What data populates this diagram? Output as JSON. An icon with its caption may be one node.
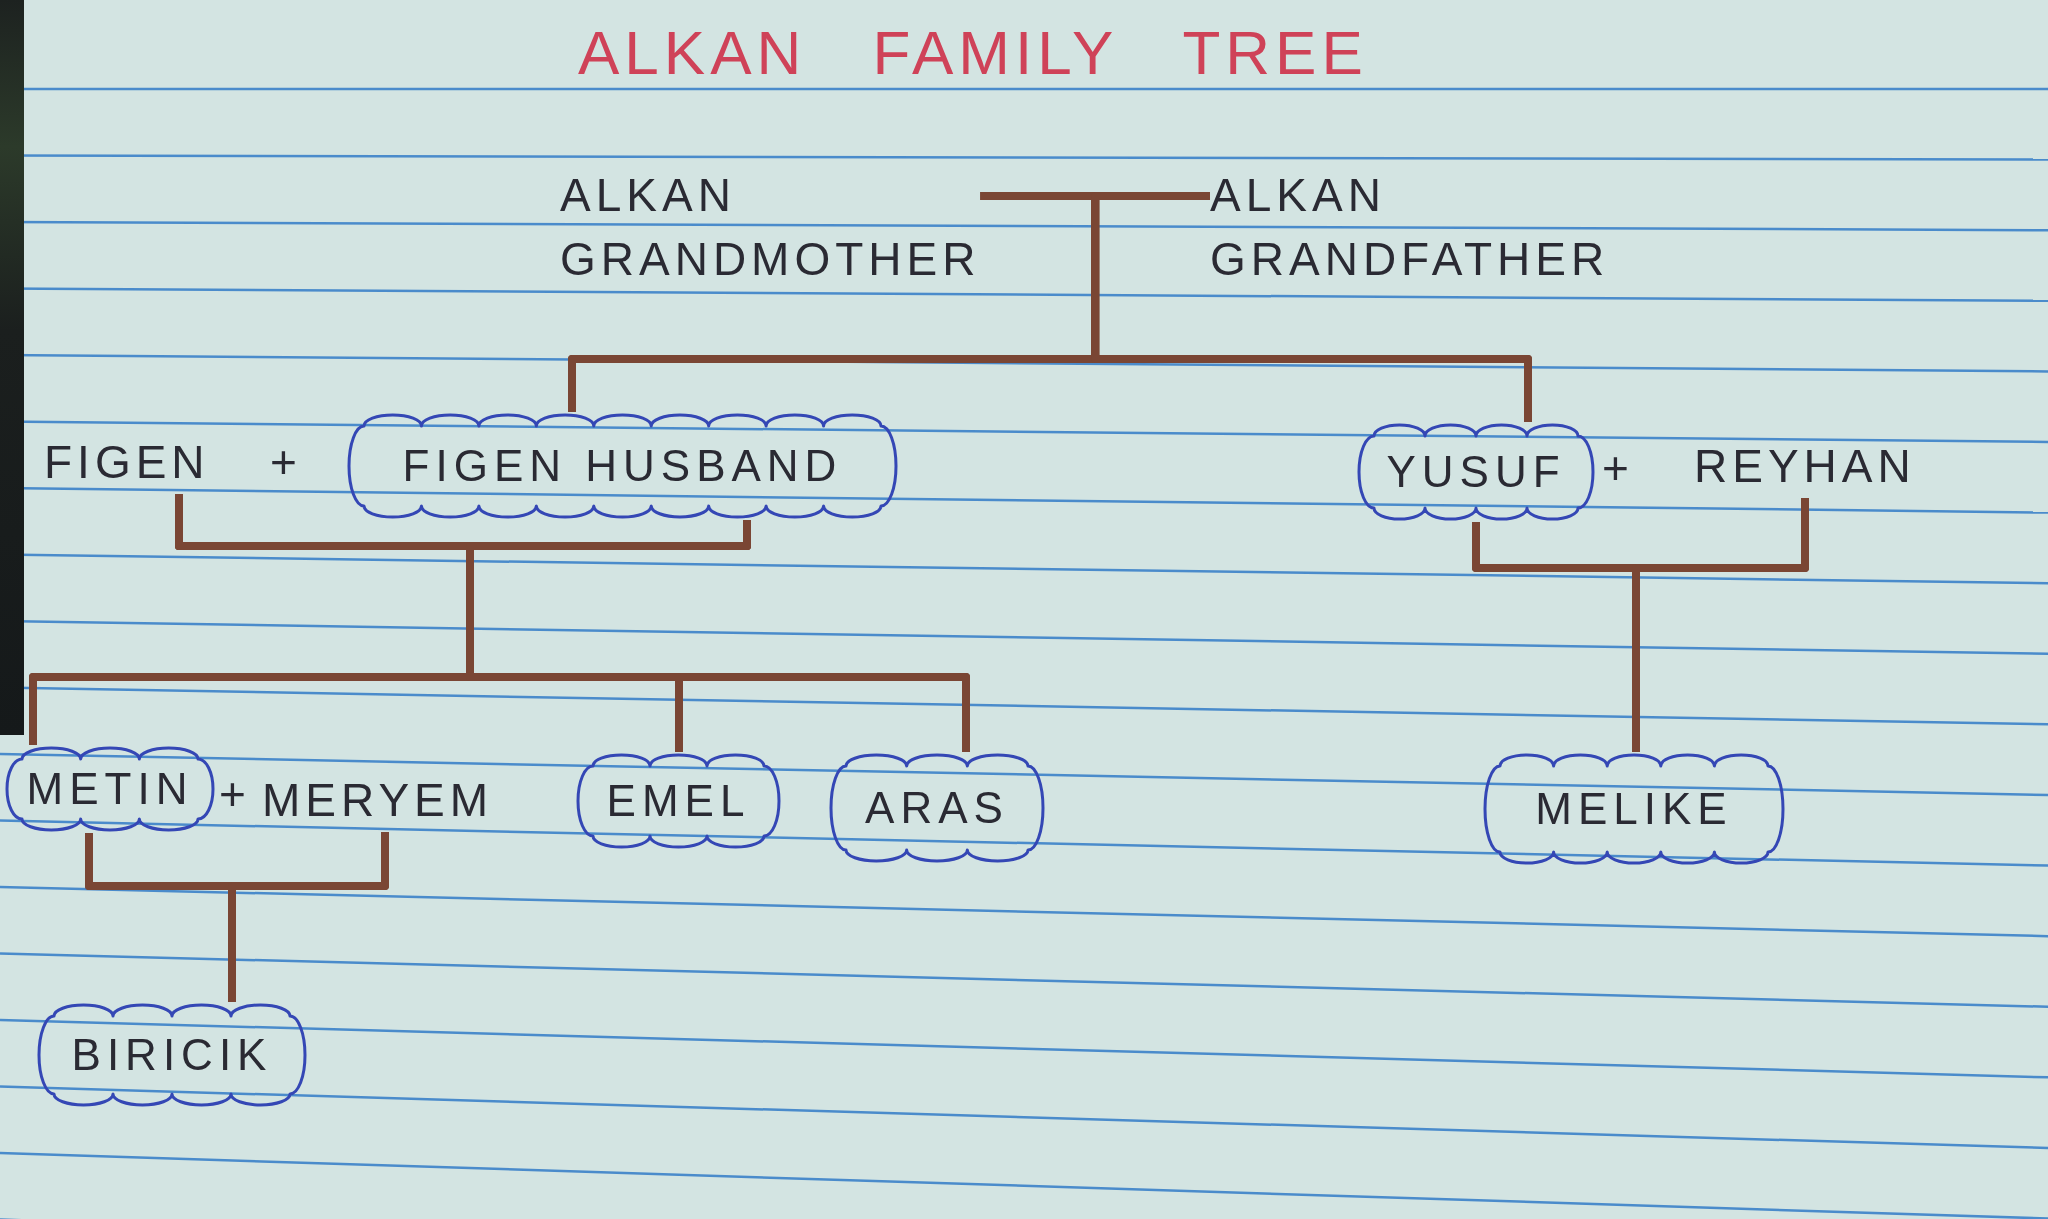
{
  "diagram": {
    "title": "ALKAN FAMILY TREE",
    "nodes": [
      {
        "text": [
          "ALKAN GRANDMOTHER"
        ]
      },
      {
        "text": [
          "ALKAN GRANDFATHER"
        ]
      },
      {
        "text": [
          "FIGEN"
        ]
      },
      {
        "text": [
          "FIGEN HUSBAND"
        ]
      },
      {
        "text": [
          "YUSUF"
        ]
      },
      {
        "text": [
          "REYHAN"
        ]
      },
      {
        "text": [
          "METIN"
        ]
      },
      {
        "text": [
          "MERYEM"
        ]
      },
      {
        "text": [
          "EMEL"
        ]
      },
      {
        "text": [
          "ARAS"
        ]
      },
      {
        "text": [
          "MELIKE"
        ]
      },
      {
        "text": [
          "BIRICIK"
        ]
      }
    ],
    "edges": [
      {
        "from": 0,
        "to": 1,
        "arrow": "none"
      },
      {
        "from": 0,
        "to": 3,
        "arrow": "none"
      },
      {
        "from": 1,
        "to": 3,
        "arrow": "none"
      },
      {
        "from": 0,
        "to": 4,
        "arrow": "none"
      },
      {
        "from": 1,
        "to": 4,
        "arrow": "none"
      },
      {
        "from": 2,
        "to": 3,
        "arrow": "none"
      },
      {
        "from": 2,
        "to": 6,
        "arrow": "none"
      },
      {
        "from": 3,
        "to": 6,
        "arrow": "none"
      },
      {
        "from": 2,
        "to": 8,
        "arrow": "none"
      },
      {
        "from": 3,
        "to": 8,
        "arrow": "none"
      },
      {
        "from": 2,
        "to": 9,
        "arrow": "none"
      },
      {
        "from": 3,
        "to": 9,
        "arrow": "none"
      },
      {
        "from": 4,
        "to": 5,
        "arrow": "none"
      },
      {
        "from": 4,
        "to": 10,
        "arrow": "none"
      },
      {
        "from": 5,
        "to": 10,
        "arrow": "none"
      },
      {
        "from": 6,
        "to": 7,
        "arrow": "none"
      },
      {
        "from": 6,
        "to": 11,
        "arrow": "none"
      },
      {
        "from": 7,
        "to": 11,
        "arrow": "none"
      }
    ],
    "labels": [
      "+",
      "+",
      "+"
    ]
  }
}
